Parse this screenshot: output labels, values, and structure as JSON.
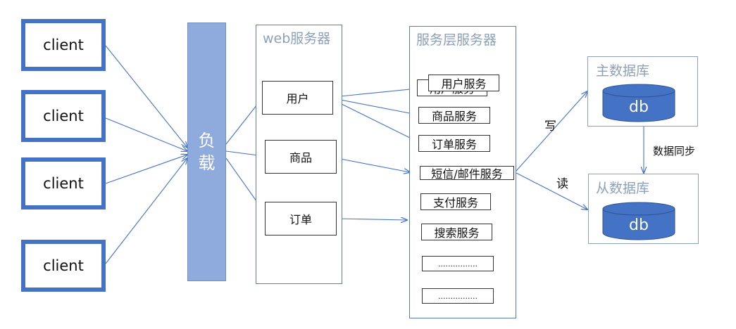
{
  "clients": [
    "client",
    "client",
    "client",
    "client"
  ],
  "load_balancer": [
    "负",
    "载"
  ],
  "web_server": {
    "title": "web服务器",
    "nodes": [
      "用户",
      "商品",
      "订单"
    ]
  },
  "service_layer": {
    "title": "服务层服务器",
    "overlap_shadow_label": "用户服务",
    "services": [
      "用户服务",
      "商品服务",
      "订单服务",
      "短信/邮件服务",
      "支付服务",
      "搜索服务",
      "................",
      "................"
    ]
  },
  "master_db": {
    "title": "主数据库",
    "label": "db"
  },
  "slave_db": {
    "title": "从数据库",
    "label": "db"
  },
  "edge_labels": {
    "write": "写",
    "read": "读",
    "sync": "数据同步"
  },
  "colors": {
    "arrow": "#4472c4",
    "client_border": "#4472c4",
    "load_balancer": "#8faadc",
    "db_fill": "#4472c4"
  }
}
